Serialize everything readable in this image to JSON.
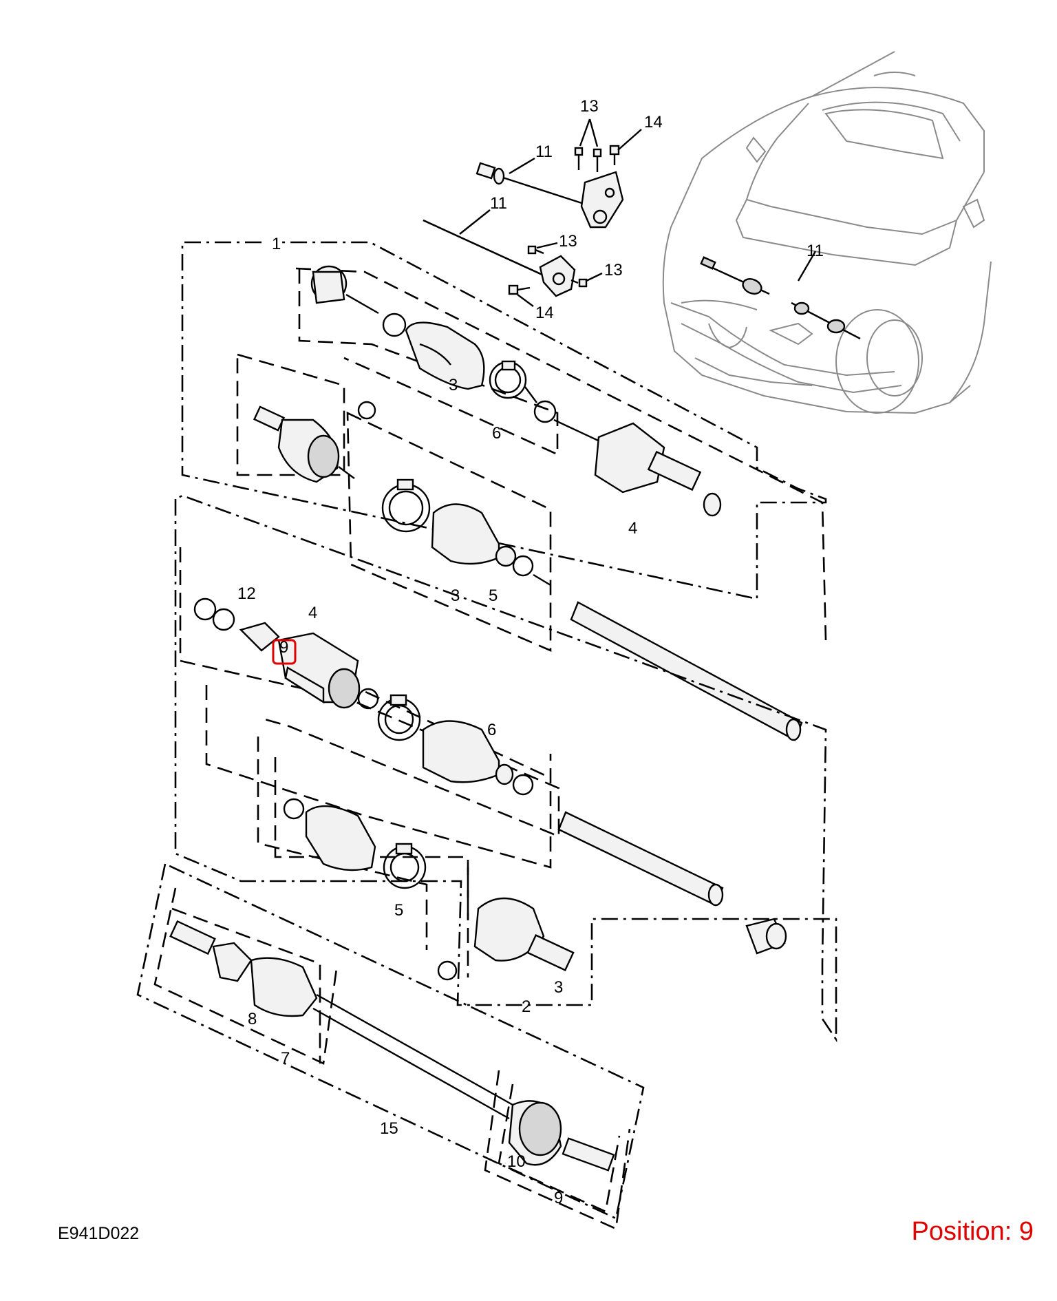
{
  "drawing_id": "E941D022",
  "position": {
    "text": "Position: 9",
    "highlight_color": "#e00000"
  },
  "callouts": [
    {
      "id": "c1",
      "label": "1"
    },
    {
      "id": "c2",
      "label": "2"
    },
    {
      "id": "c3a",
      "label": "3"
    },
    {
      "id": "c3b",
      "label": "3"
    },
    {
      "id": "c3c",
      "label": "3"
    },
    {
      "id": "c4a",
      "label": "4"
    },
    {
      "id": "c4b",
      "label": "4"
    },
    {
      "id": "c5a",
      "label": "5"
    },
    {
      "id": "c5b",
      "label": "5"
    },
    {
      "id": "c6a",
      "label": "6"
    },
    {
      "id": "c6b",
      "label": "6"
    },
    {
      "id": "c7",
      "label": "7"
    },
    {
      "id": "c8",
      "label": "8"
    },
    {
      "id": "c9a",
      "label": "9"
    },
    {
      "id": "c9b",
      "label": "9"
    },
    {
      "id": "c10",
      "label": "10"
    },
    {
      "id": "c11a",
      "label": "11"
    },
    {
      "id": "c11b",
      "label": "11"
    },
    {
      "id": "c11c",
      "label": "11"
    },
    {
      "id": "c12",
      "label": "12"
    },
    {
      "id": "c13a",
      "label": "13"
    },
    {
      "id": "c13b",
      "label": "13"
    },
    {
      "id": "c13c",
      "label": "13"
    },
    {
      "id": "c14a",
      "label": "14"
    },
    {
      "id": "c14b",
      "label": "14"
    },
    {
      "id": "c15",
      "label": "15"
    }
  ]
}
